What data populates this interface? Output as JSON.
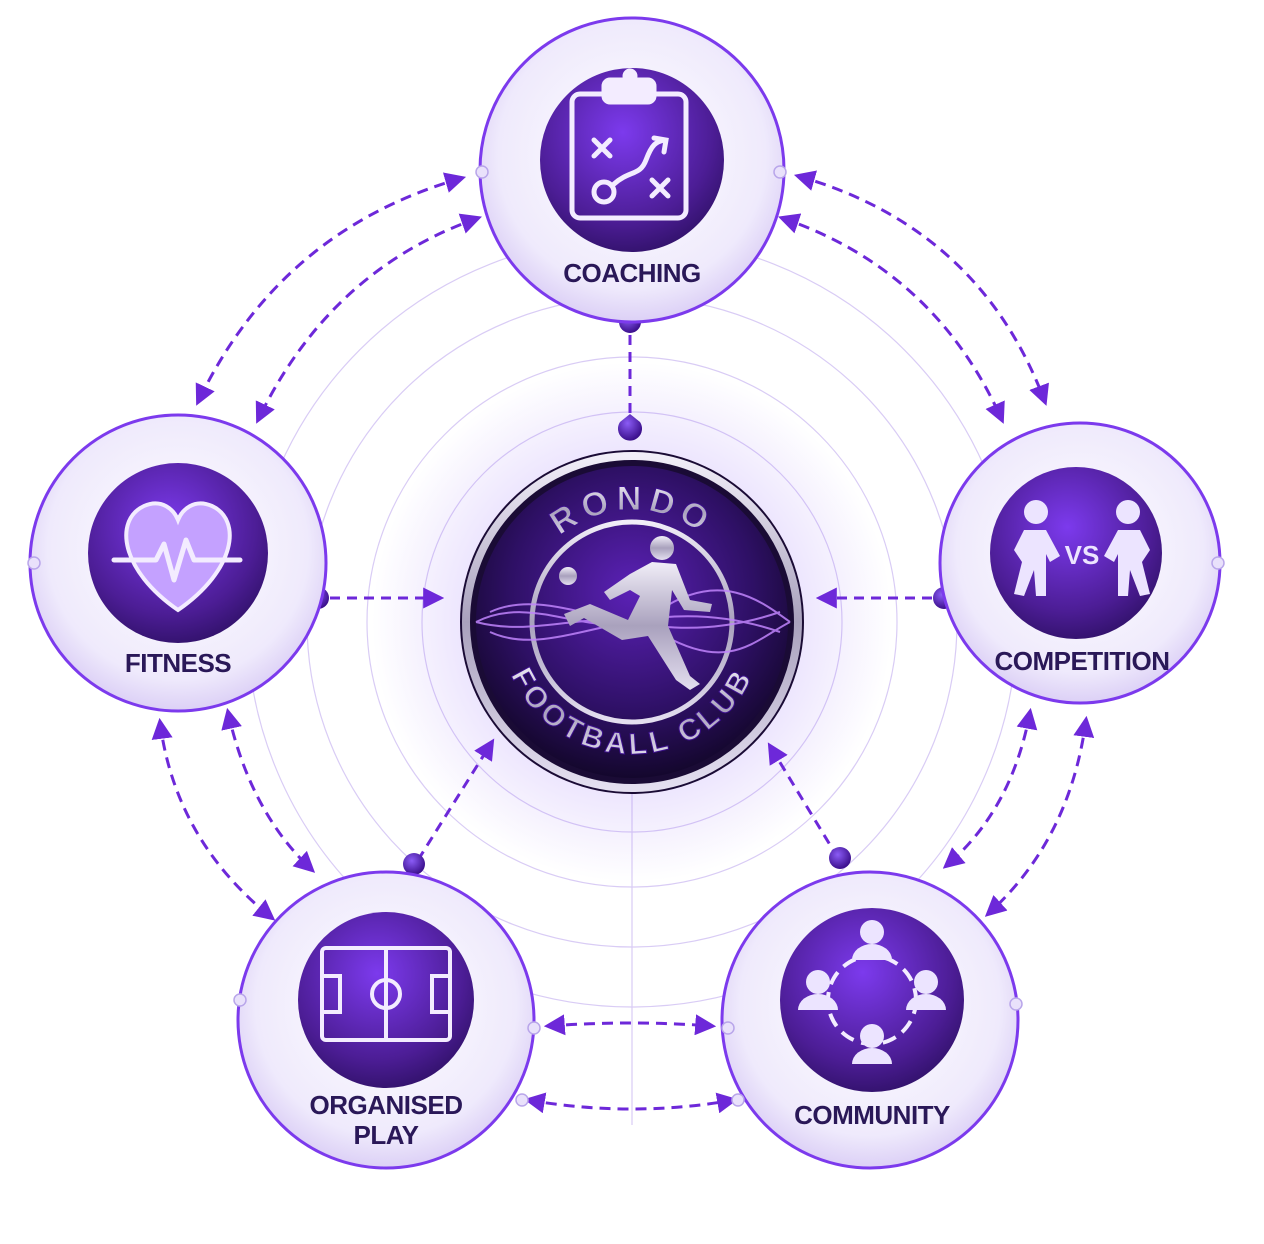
{
  "emblem": {
    "top_text": "RONDO",
    "bottom_text": "FOOTBALL CLUB"
  },
  "nodes": {
    "coaching": {
      "label_line1": "COACHING",
      "label_line2": "",
      "icon": "clipboard-tactics-icon"
    },
    "fitness": {
      "label_line1": "FITNESS",
      "label_line2": "",
      "icon": "heart-pulse-icon"
    },
    "competition": {
      "label_line1": "COMPETITION",
      "label_line2": "",
      "icon": "versus-players-icon"
    },
    "organised_play": {
      "label_line1": "ORGANISED",
      "label_line2": "PLAY",
      "icon": "football-pitch-icon"
    },
    "community": {
      "label_line1": "COMMUNITY",
      "label_line2": "",
      "icon": "community-circle-icon"
    }
  },
  "colors": {
    "primary": "#5b21b6",
    "dark": "#2a1858",
    "ring": "#7c3aed",
    "light_fill": "#efeafc",
    "icon_stroke": "#f3ecff",
    "emblem_silver": "#c9c3d8"
  },
  "vs_text": "VS"
}
